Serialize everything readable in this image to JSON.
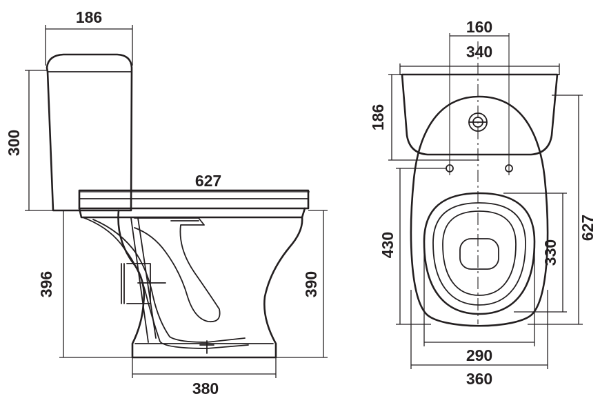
{
  "side_view": {
    "tank_depth": "186",
    "tank_height": "300",
    "total_depth": "627",
    "height_total": "396",
    "seat_height": "390",
    "base_width": "380"
  },
  "top_view": {
    "hole_spacing": "160",
    "tank_width": "340",
    "tank_depth": "186",
    "bowl_length": "430",
    "total_length": "627",
    "seat_length": "330",
    "seat_width": "290",
    "bowl_width": "360"
  },
  "colors": {
    "line": "#231f20",
    "background": "#ffffff"
  }
}
